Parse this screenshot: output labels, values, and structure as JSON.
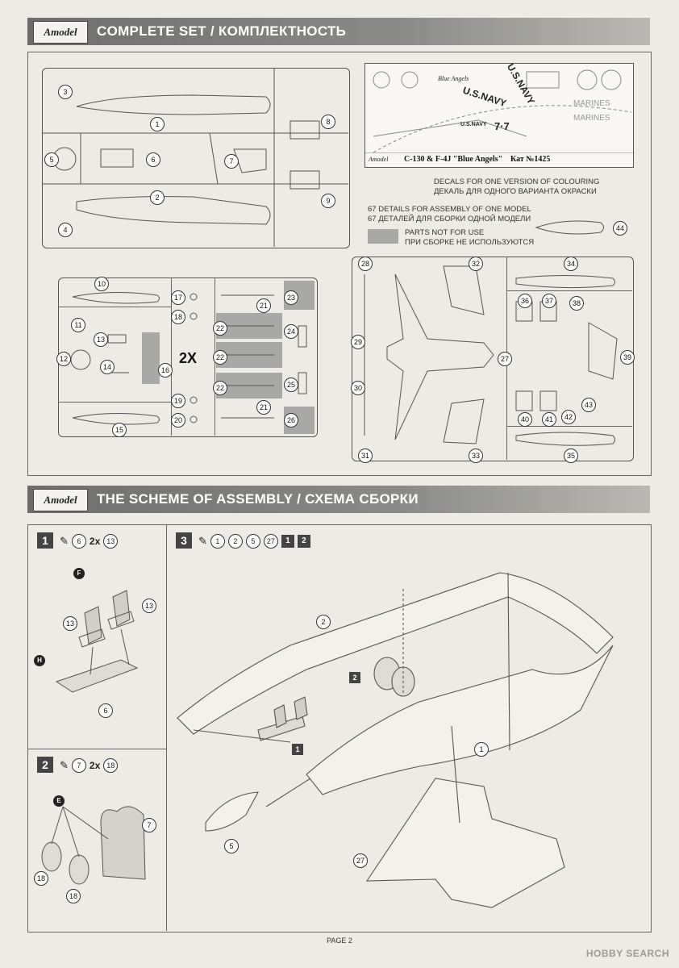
{
  "brand": {
    "logo_text": "Amodel"
  },
  "sections": {
    "complete_set": {
      "title": "COMPLETE SET / КОМПЛЕКТНОСТЬ"
    },
    "assembly": {
      "title": "THE SCHEME OF ASSEMBLY / СХЕМА СБОРКИ"
    }
  },
  "decals": {
    "sheet_caption_title": "C-130 & F-4J \"Blue Angels\"",
    "sheet_caption_cat": "Кат №1425",
    "sheet_texts": [
      "U.S.NAVY",
      "U.S.NAVY",
      "MARINES",
      "MARINES",
      "U.S.NAVY",
      "7·7"
    ],
    "note_en": "DECALS FOR ONE VERSION OF COLOURING",
    "note_ru": "ДЕКАЛЬ ДЛЯ ОДНОГО ВАРИАНТА ОКРАСКИ"
  },
  "details": {
    "en": "67 DETAILS FOR ASSEMBLY OF ONE MODEL",
    "ru": "67 ДЕТАЛЕЙ ДЛЯ СБОРКИ ОДНОЙ МОДЕЛИ"
  },
  "not_used": {
    "en": "PARTS NOT FOR USE",
    "ru": "ПРИ СБОРКЕ НЕ ИСПОЛЬЗУЮТСЯ"
  },
  "sprue_a_parts": [
    "1",
    "2",
    "3",
    "4",
    "5",
    "6",
    "7",
    "8",
    "9"
  ],
  "sprue_b_parts": [
    "10",
    "11",
    "12",
    "13",
    "14",
    "15",
    "16",
    "17",
    "18",
    "19",
    "20",
    "21",
    "21",
    "22",
    "22",
    "22",
    "23",
    "24",
    "25",
    "26"
  ],
  "sprue_b_two_x": "2X",
  "sprue_c_parts": [
    "27",
    "28",
    "29",
    "30",
    "31",
    "32",
    "33",
    "34",
    "35",
    "36",
    "37",
    "38",
    "39",
    "40",
    "41",
    "42",
    "43"
  ],
  "part_44": "44",
  "steps": [
    {
      "number": "1",
      "items": [
        "6",
        "2x",
        "13"
      ],
      "callouts": [
        "13",
        "13",
        "6"
      ],
      "paint": [
        "F",
        "H"
      ]
    },
    {
      "number": "2",
      "items": [
        "7",
        "2x",
        "18"
      ],
      "callouts": [
        "7",
        "18",
        "18"
      ],
      "paint": [
        "E"
      ]
    },
    {
      "number": "3",
      "items": [
        "1",
        "2",
        "5",
        "27"
      ],
      "subassemblies": [
        "1",
        "2"
      ],
      "callouts": [
        "2",
        "1",
        "5",
        "27"
      ],
      "subtags": [
        "2",
        "1"
      ]
    }
  ],
  "footer": {
    "page": "PAGE 2",
    "watermark": "HOBBY SEARCH"
  }
}
